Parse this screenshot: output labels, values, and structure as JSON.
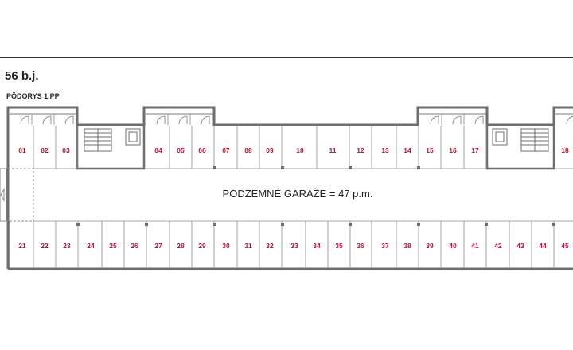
{
  "header": {
    "units_label": "56 b.j.",
    "plan_label": "PÔDORYS 1.PP"
  },
  "garage_label": "PODZEMNÉ GARÁŽE = 47 p.m.",
  "colors": {
    "wall": "#6e6e6e",
    "number": "#c8102e",
    "text": "#222222"
  },
  "top_row": [
    "01",
    "02",
    "03",
    "04",
    "05",
    "06",
    "07",
    "08",
    "09",
    "10",
    "11",
    "12",
    "13",
    "14",
    "15",
    "16",
    "17",
    "18"
  ],
  "bottom_row": [
    "21",
    "22",
    "23",
    "24",
    "25",
    "26",
    "27",
    "28",
    "29",
    "30",
    "31",
    "32",
    "33",
    "34",
    "35",
    "36",
    "37",
    "38",
    "39",
    "40",
    "41",
    "42",
    "43",
    "44",
    "45"
  ]
}
